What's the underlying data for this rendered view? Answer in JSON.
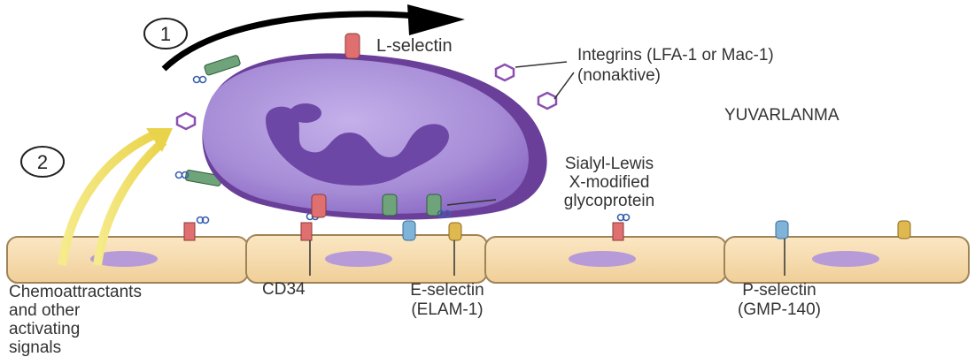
{
  "steps": [
    "1",
    "2"
  ],
  "labels": {
    "l_selectin": "L-selectin",
    "integrins_line1": "Integrins (LFA-1 or Mac-1)",
    "integrins_line2": "(nonaktive)",
    "rolling": "YUVARLANMA",
    "sialyl_line1": "Sialyl-Lewis",
    "sialyl_line2": "X-modified",
    "sialyl_line3": "glycoprotein",
    "chemo_line1": "Chemoattractants",
    "chemo_line2": "and other",
    "chemo_line3": "activating",
    "chemo_line4": "signals",
    "cd34": "CD34",
    "e_selectin_line1": "E-selectin",
    "e_selectin_line2": "(ELAM-1)",
    "p_selectin_line1": "P-selectin",
    "p_selectin_line2": "(GMP-140)"
  },
  "colors": {
    "leukocyte": "#a98fd6",
    "leukocyte_rim": "#6a3f99",
    "nucleus": "#6d47a6",
    "endothelium": "#f7ddb0",
    "endothelium_border": "#a08458",
    "endo_nucleus": "#b79ad8",
    "arrow_black": "#000000",
    "arrow_yellow": "#f2e06a",
    "selectin_red": "#e07070",
    "integrin_purple": "#8b4fb0",
    "green_stalk": "#6fa37a",
    "blue_stalk": "#7fb3d8",
    "gold_stalk": "#e0b850"
  }
}
